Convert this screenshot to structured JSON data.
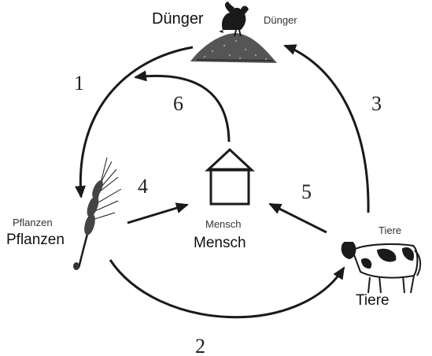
{
  "labels": {
    "duenger_main": "Dünger",
    "duenger_small": "Dünger",
    "pflanzen_small": "Pflanzen",
    "pflanzen_main": "Pflanzen",
    "mensch_small": "Mensch",
    "mensch_main": "Mensch",
    "tiere_small": "Tiere",
    "tiere_main": "Tiere"
  },
  "arrow_numbers": {
    "n1": "1",
    "n2": "2",
    "n3": "3",
    "n4": "4",
    "n5": "5",
    "n6": "6"
  },
  "icons": [
    "rooster-icon",
    "manure-pile-icon",
    "wheat-icon",
    "house-icon",
    "cow-icon"
  ],
  "colors": {
    "ink": "#1a1a1a",
    "paper": "#ffffff"
  }
}
